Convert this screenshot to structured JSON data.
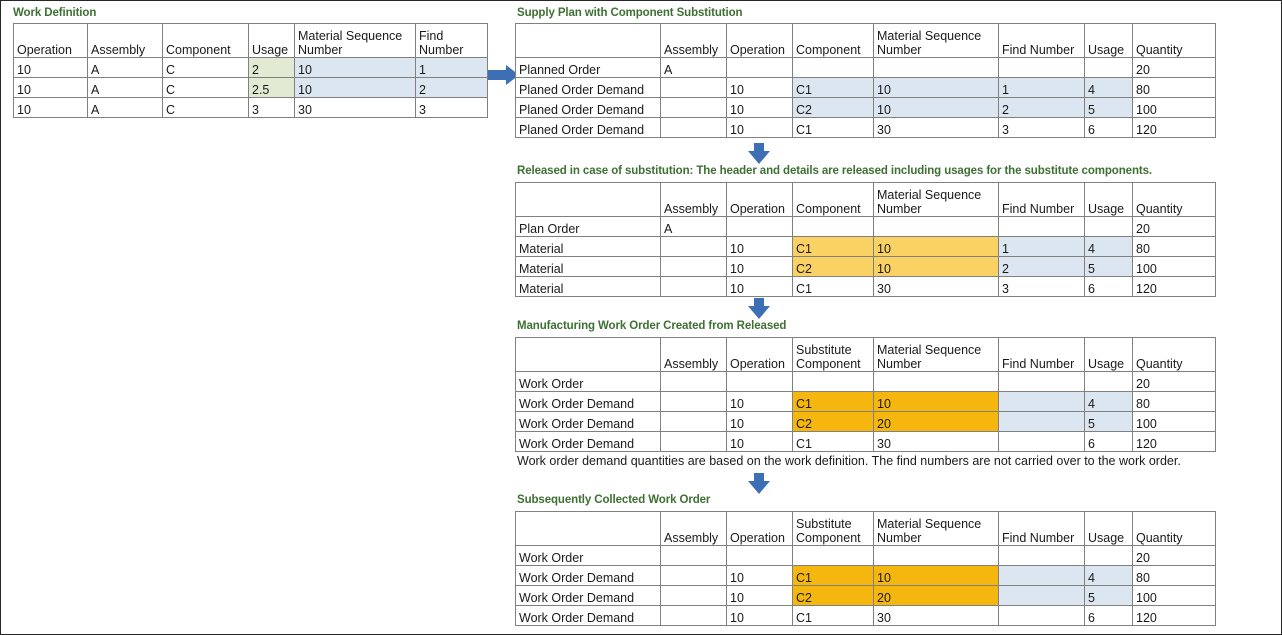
{
  "colors": {
    "title_green": "#3e7033",
    "arrow_blue": "#3d6fb4",
    "highlight_blue": "#dce6f1",
    "highlight_green": "#e3ead3",
    "highlight_orange_light": "#fad163",
    "highlight_orange_dark": "#f5b60d"
  },
  "work_definition": {
    "title": "Work Definition",
    "columns": [
      "Operation",
      "Assembly",
      "Component",
      "Usage",
      "Material Sequence Number",
      "Find Number"
    ],
    "rows": [
      {
        "operation": "10",
        "assembly": "A",
        "component": "C",
        "usage": "2",
        "material_sequence_number": "10",
        "find_number": "1"
      },
      {
        "operation": "10",
        "assembly": "A",
        "component": "C",
        "usage": "2.5",
        "material_sequence_number": "10",
        "find_number": "2"
      },
      {
        "operation": "10",
        "assembly": "A",
        "component": "C",
        "usage": "3",
        "material_sequence_number": "30",
        "find_number": "3"
      }
    ]
  },
  "supply_plan": {
    "title": "Supply Plan with Component Substitution",
    "columns": [
      "",
      "Assembly",
      "Operation",
      "Component",
      "Material Sequence Number",
      "Find Number",
      "Usage",
      "Quantity"
    ],
    "rows": [
      {
        "label": "Planned Order",
        "assembly": "A",
        "operation": "",
        "component": "",
        "material_sequence_number": "",
        "find_number": "",
        "usage": "",
        "quantity": "20"
      },
      {
        "label": "Planed Order Demand",
        "assembly": "",
        "operation": "10",
        "component": "C1",
        "material_sequence_number": "10",
        "find_number": "1",
        "usage": "4",
        "quantity": "80"
      },
      {
        "label": "Planed Order Demand",
        "assembly": "",
        "operation": "10",
        "component": "C2",
        "material_sequence_number": "10",
        "find_number": "2",
        "usage": "5",
        "quantity": "100"
      },
      {
        "label": "Planed Order Demand",
        "assembly": "",
        "operation": "10",
        "component": "C1",
        "material_sequence_number": "30",
        "find_number": "3",
        "usage": "6",
        "quantity": "120"
      }
    ]
  },
  "released": {
    "title": "Released in case of substitution: The header and details are released including usages for the substitute components.",
    "columns": [
      "",
      "Assembly",
      "Operation",
      "Component",
      "Material Sequence Number",
      "Find Number",
      "Usage",
      "Quantity"
    ],
    "rows": [
      {
        "label": "Plan Order",
        "assembly": "A",
        "operation": "",
        "component": "",
        "material_sequence_number": "",
        "find_number": "",
        "usage": "",
        "quantity": "20"
      },
      {
        "label": "Material",
        "assembly": "",
        "operation": "10",
        "component": "C1",
        "material_sequence_number": "10",
        "find_number": "1",
        "usage": "4",
        "quantity": "80"
      },
      {
        "label": "Material",
        "assembly": "",
        "operation": "10",
        "component": "C2",
        "material_sequence_number": "10",
        "find_number": "2",
        "usage": "5",
        "quantity": "100"
      },
      {
        "label": "Material",
        "assembly": "",
        "operation": "10",
        "component": "C1",
        "material_sequence_number": "30",
        "find_number": "3",
        "usage": "6",
        "quantity": "120"
      }
    ]
  },
  "work_order": {
    "title": "Manufacturing Work Order Created from Released",
    "columns": [
      "",
      "Assembly",
      "Operation",
      "Substitute Component",
      "Material Sequence Number",
      "Find Number",
      "Usage",
      "Quantity"
    ],
    "rows": [
      {
        "label": "Work Order",
        "assembly": "",
        "operation": "",
        "component": "",
        "material_sequence_number": "",
        "find_number": "",
        "usage": "",
        "quantity": "20"
      },
      {
        "label": "Work Order Demand",
        "assembly": "",
        "operation": "10",
        "component": "C1",
        "material_sequence_number": "10",
        "find_number": "",
        "usage": "4",
        "quantity": "80"
      },
      {
        "label": "Work Order Demand",
        "assembly": "",
        "operation": "10",
        "component": "C2",
        "material_sequence_number": "20",
        "find_number": "",
        "usage": "5",
        "quantity": "100"
      },
      {
        "label": "Work Order Demand",
        "assembly": "",
        "operation": "10",
        "component": "C1",
        "material_sequence_number": "30",
        "find_number": "",
        "usage": "6",
        "quantity": "120"
      }
    ],
    "caption": "Work order demand quantities are based on the work definition. The find numbers are not carried over to the work order."
  },
  "collected_work_order": {
    "title": "Subsequently Collected Work Order",
    "columns": [
      "",
      "Assembly",
      "Operation",
      "Substitute Component",
      "Material Sequence Number",
      "Find Number",
      "Usage",
      "Quantity"
    ],
    "rows": [
      {
        "label": "Work Order",
        "assembly": "",
        "operation": "",
        "component": "",
        "material_sequence_number": "",
        "find_number": "",
        "usage": "",
        "quantity": "20"
      },
      {
        "label": "Work Order Demand",
        "assembly": "",
        "operation": "10",
        "component": "C1",
        "material_sequence_number": "10",
        "find_number": "",
        "usage": "4",
        "quantity": "80"
      },
      {
        "label": "Work Order Demand",
        "assembly": "",
        "operation": "10",
        "component": "C2",
        "material_sequence_number": "20",
        "find_number": "",
        "usage": "5",
        "quantity": "100"
      },
      {
        "label": "Work Order Demand",
        "assembly": "",
        "operation": "10",
        "component": "C1",
        "material_sequence_number": "30",
        "find_number": "",
        "usage": "6",
        "quantity": "120"
      }
    ]
  }
}
